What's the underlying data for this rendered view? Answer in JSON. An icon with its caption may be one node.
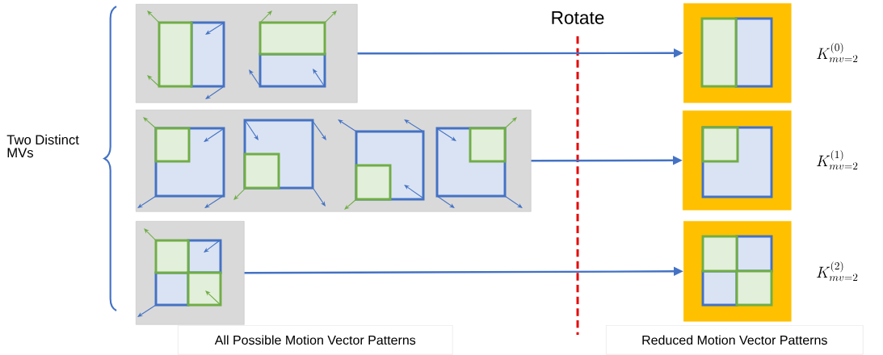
{
  "diagram": {
    "nodes": [
      {
        "text": [],
        "shape": "box"
      },
      {
        "text": [],
        "shape": "box"
      },
      {
        "text": [],
        "shape": "box"
      },
      {
        "text": [],
        "shape": "box"
      },
      {
        "text": [],
        "shape": "box"
      },
      {
        "text": [],
        "shape": "box"
      },
      {
        "text": [
          "All Possible Motion Vector Patterns"
        ]
      },
      {
        "text": [
          "Reduced Motion Vector Patterns"
        ]
      }
    ],
    "edges": [
      {
        "from": 0,
        "to": 3,
        "arrow": "to"
      },
      {
        "from": 1,
        "to": 4,
        "arrow": "to"
      },
      {
        "from": 2,
        "to": 5,
        "arrow": "to"
      }
    ],
    "labels": [
      "Two Distinct MVs",
      "Rotate",
      "K_{mv=2}^{(0)}",
      "K_{mv=2}^{(1)}",
      "K_{mv=2}^{(2)}"
    ]
  }
}
